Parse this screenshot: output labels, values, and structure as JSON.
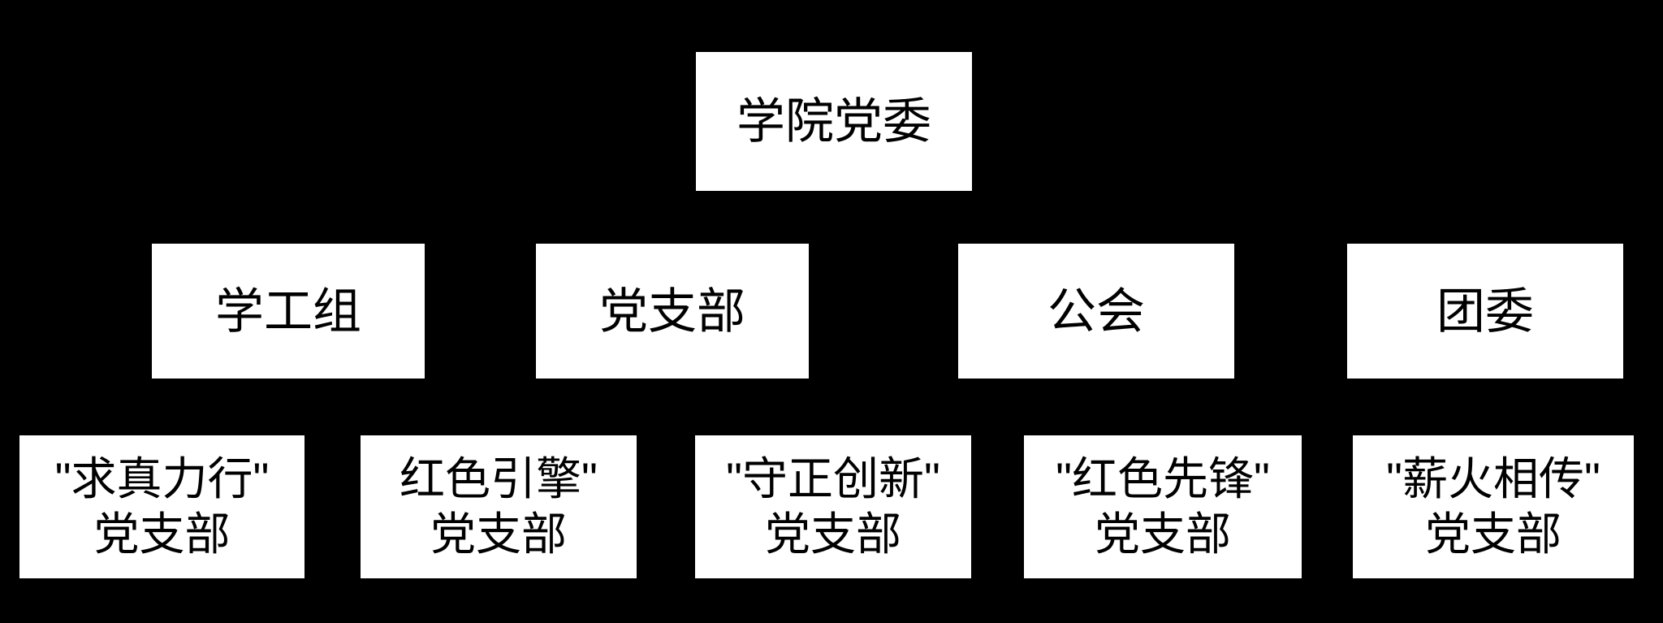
{
  "diagram": {
    "type": "org-chart",
    "background_color": "#000000",
    "node_background_color": "#ffffff",
    "node_text_color": "#000000",
    "root": {
      "label": "学院党委"
    },
    "level2": [
      {
        "label": "学工组"
      },
      {
        "label": "党支部"
      },
      {
        "label": "公会"
      },
      {
        "label": "团委"
      }
    ],
    "level3": [
      {
        "line1": "\"求真力行\"",
        "line2": "党支部"
      },
      {
        "line1": "红色引擎\"",
        "line2": "党支部"
      },
      {
        "line1": "\"守正创新\"",
        "line2": "党支部"
      },
      {
        "line1": "\"红色先锋\"",
        "line2": "党支部"
      },
      {
        "line1": "\"薪火相传\"",
        "line2": "党支部"
      }
    ]
  }
}
